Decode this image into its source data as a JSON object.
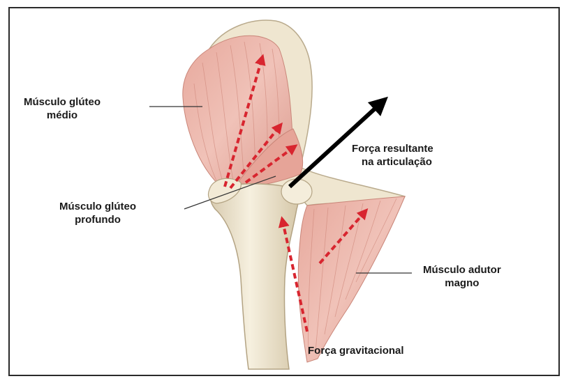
{
  "labels": {
    "gluteus_medius": [
      "Músculo glúteo",
      "médio"
    ],
    "resultant_force": [
      "Força resultante",
      "na articulação"
    ],
    "deep_gluteal": [
      "Músculo glúteo",
      "profundo"
    ],
    "adductor_magnus": [
      "Músculo adutor",
      "magno"
    ],
    "gravitational_force": "Força gravitacional"
  },
  "colors": {
    "muscle": "#e9b0a6",
    "muscle_dark": "#d48f84",
    "bone": "#f3ecd9",
    "bone_shade": "#d9cdb2",
    "force_arrow": "#d8252f",
    "resultant_arrow": "#000000",
    "leader_line": "#333333"
  }
}
